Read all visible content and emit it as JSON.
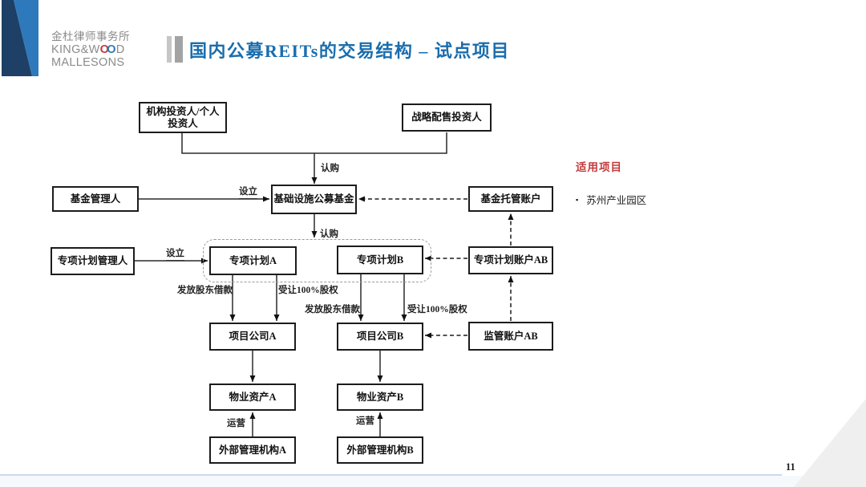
{
  "header": {
    "logo": {
      "cn": "金杜律师事务所",
      "en1_pre": "KING&W",
      "en1_o1": "O",
      "en1_o2": "O",
      "en1_post": "D",
      "en2": "MALLESONS"
    },
    "title": "国内公募REITs的交易结构 – 试点项目"
  },
  "diagram": {
    "nodes": {
      "institutional_investor": "机构投资人/个人\n投资人",
      "strategic_investor": "战略配售投资人",
      "fund_manager": "基金管理人",
      "public_fund": "基础设施公募基金",
      "custody_account": "基金托管账户",
      "plan_manager": "专项计划管理人",
      "plan_a": "专项计划A",
      "plan_b": "专项计划B",
      "plan_account": "专项计划账户AB",
      "project_company_a": "项目公司A",
      "project_company_b": "项目公司B",
      "supervision_account": "监管账户AB",
      "property_asset_a": "物业资产A",
      "property_asset_b": "物业资产B",
      "external_manager_a": "外部管理机构A",
      "external_manager_b": "外部管理机构B"
    },
    "edge_labels": {
      "subscribe": "认购",
      "establish": "设立",
      "shareholder_loan": "发放股东借款",
      "equity_transfer": "受让100%股权",
      "operate": "运营"
    }
  },
  "side_panel": {
    "title": "适用项目",
    "bullet": "▪",
    "items": [
      "苏州产业园区"
    ]
  },
  "footer": {
    "page": "11"
  },
  "colors": {
    "title_blue": "#1a6dad",
    "panel_red": "#c43b3b",
    "deco_navy": "#1e3f66",
    "deco_blue": "#2e79bb"
  }
}
